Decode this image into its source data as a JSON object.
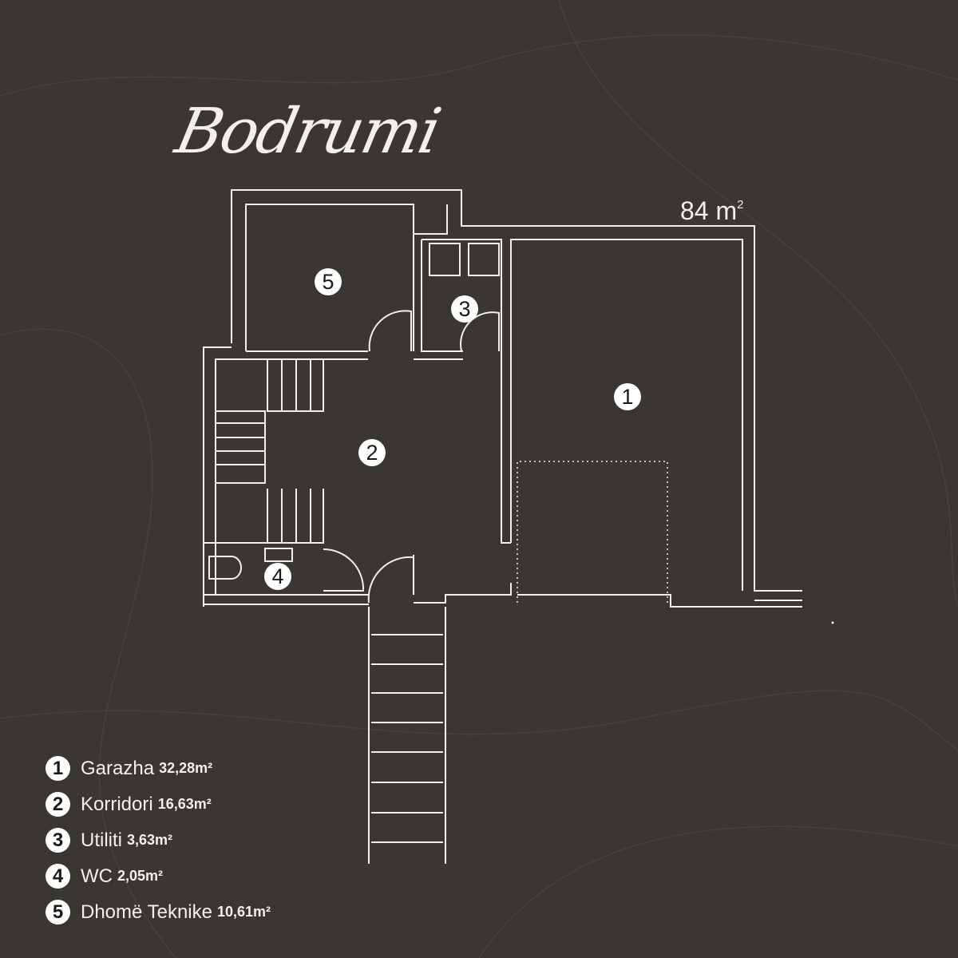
{
  "title": "Bodrumi",
  "total_area": "84 m",
  "total_area_sup": "2",
  "rooms": [
    {
      "number": "1",
      "name": "Garazha",
      "area": "32,28m²"
    },
    {
      "number": "2",
      "name": "Korridori",
      "area": "16,63m²"
    },
    {
      "number": "3",
      "name": "Utiliti",
      "area": "3,63m²"
    },
    {
      "number": "4",
      "name": "WC",
      "area": "2,05m²"
    },
    {
      "number": "5",
      "name": "Dhomë Teknike",
      "area": "10,61m²"
    }
  ],
  "colors": {
    "background": "#3a3632",
    "lines": "#f2f0ec"
  }
}
